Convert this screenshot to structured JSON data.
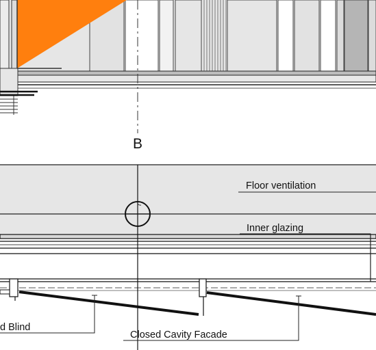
{
  "drawing": {
    "grid_label": "B",
    "labels": {
      "floor_ventilation": "Floor ventilation",
      "inner_glazing": "Inner glazing",
      "blind": "d Blind",
      "closed_cavity_facade": "Closed Cavity Facade"
    }
  },
  "colors": {
    "accent": "#ff7f0e",
    "line": "#111111",
    "light_gray": "#e6e6e6",
    "mid_gray": "#cfcfcf",
    "dark_gray": "#b5b5b5"
  }
}
